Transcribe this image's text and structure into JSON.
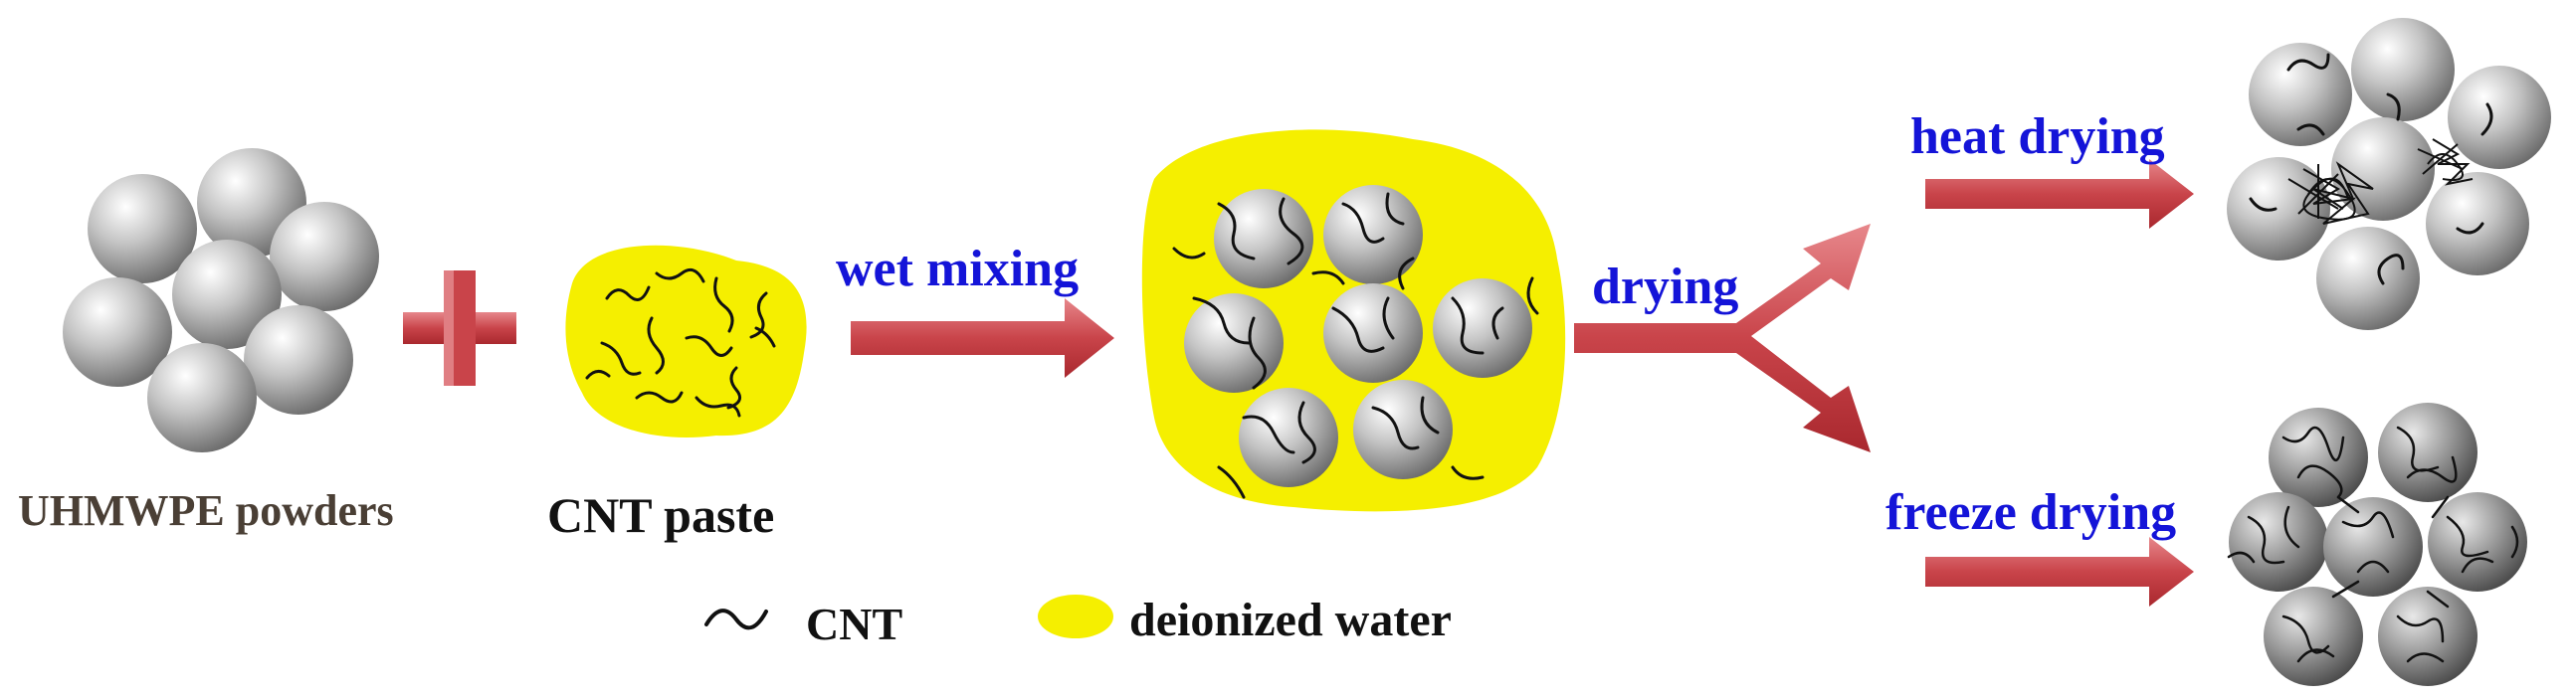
{
  "labels": {
    "powders": "UHMWPE powders",
    "paste": "CNT paste",
    "wet_mixing": "wet mixing",
    "drying": "drying",
    "heat_drying": "heat drying",
    "freeze_drying": "freeze drying"
  },
  "legend": {
    "cnt_label": "CNT",
    "water_label": "deionized water"
  },
  "colors": {
    "arrow": "#c9444a",
    "water": "#f5ef00",
    "text_blue": "#1414d8",
    "text_dark": "#4a3f35",
    "sphere": "#b8b8b8",
    "cnt": "#111111"
  }
}
